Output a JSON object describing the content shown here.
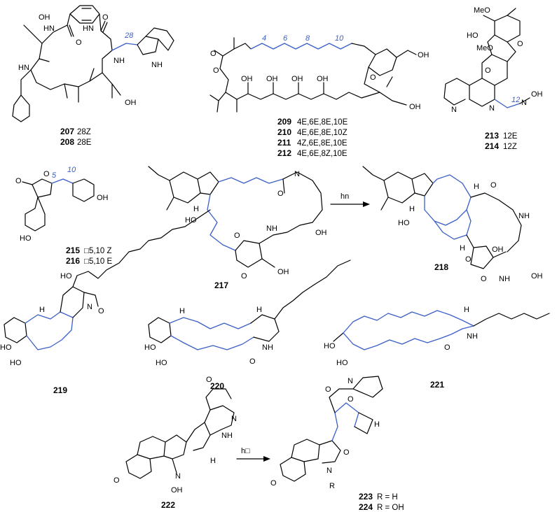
{
  "compounds": {
    "c207": {
      "id": "207",
      "isomer": "28Z"
    },
    "c208": {
      "id": "208",
      "isomer": "28E"
    },
    "c209": {
      "id": "209",
      "isomer": "4E,6E,8E,10E"
    },
    "c210": {
      "id": "210",
      "isomer": "4E,6E,8E,10Z"
    },
    "c211": {
      "id": "211",
      "isomer": "4Z,6E,8E,10E"
    },
    "c212": {
      "id": "212",
      "isomer": "4E,6E,8Z,10E"
    },
    "c213": {
      "id": "213",
      "isomer": "12E"
    },
    "c214": {
      "id": "214",
      "isomer": "12Z"
    },
    "c215": {
      "id": "215",
      "isomer": "□5,10 Z"
    },
    "c216": {
      "id": "216",
      "isomer": "□5,10 E"
    },
    "c217": {
      "id": "217"
    },
    "c218": {
      "id": "218"
    },
    "c219": {
      "id": "219"
    },
    "c220": {
      "id": "220"
    },
    "c221": {
      "id": "221"
    },
    "c222": {
      "id": "222"
    },
    "c223": {
      "id": "223",
      "substituent": "R = H"
    },
    "c224": {
      "id": "224",
      "substituent": "R = OH"
    }
  },
  "locants": {
    "l28": "28",
    "l4": "4",
    "l6": "6",
    "l8": "8",
    "l10": "10",
    "l12": "12",
    "l5": "5",
    "l10b": "10"
  },
  "atoms": {
    "oh": "OH",
    "ho": "HO",
    "nh": "NH",
    "hn": "HN",
    "o": "O",
    "n": "N",
    "h": "H",
    "meo": "MeO",
    "r": "R",
    "n_oh": "N",
    "oh_oxime": "OH"
  },
  "reactions": {
    "r1": {
      "condition": "hn"
    },
    "r2": {
      "condition": "h□"
    }
  },
  "colors": {
    "highlight": "#3b5fc8",
    "bonds": "#000000"
  }
}
